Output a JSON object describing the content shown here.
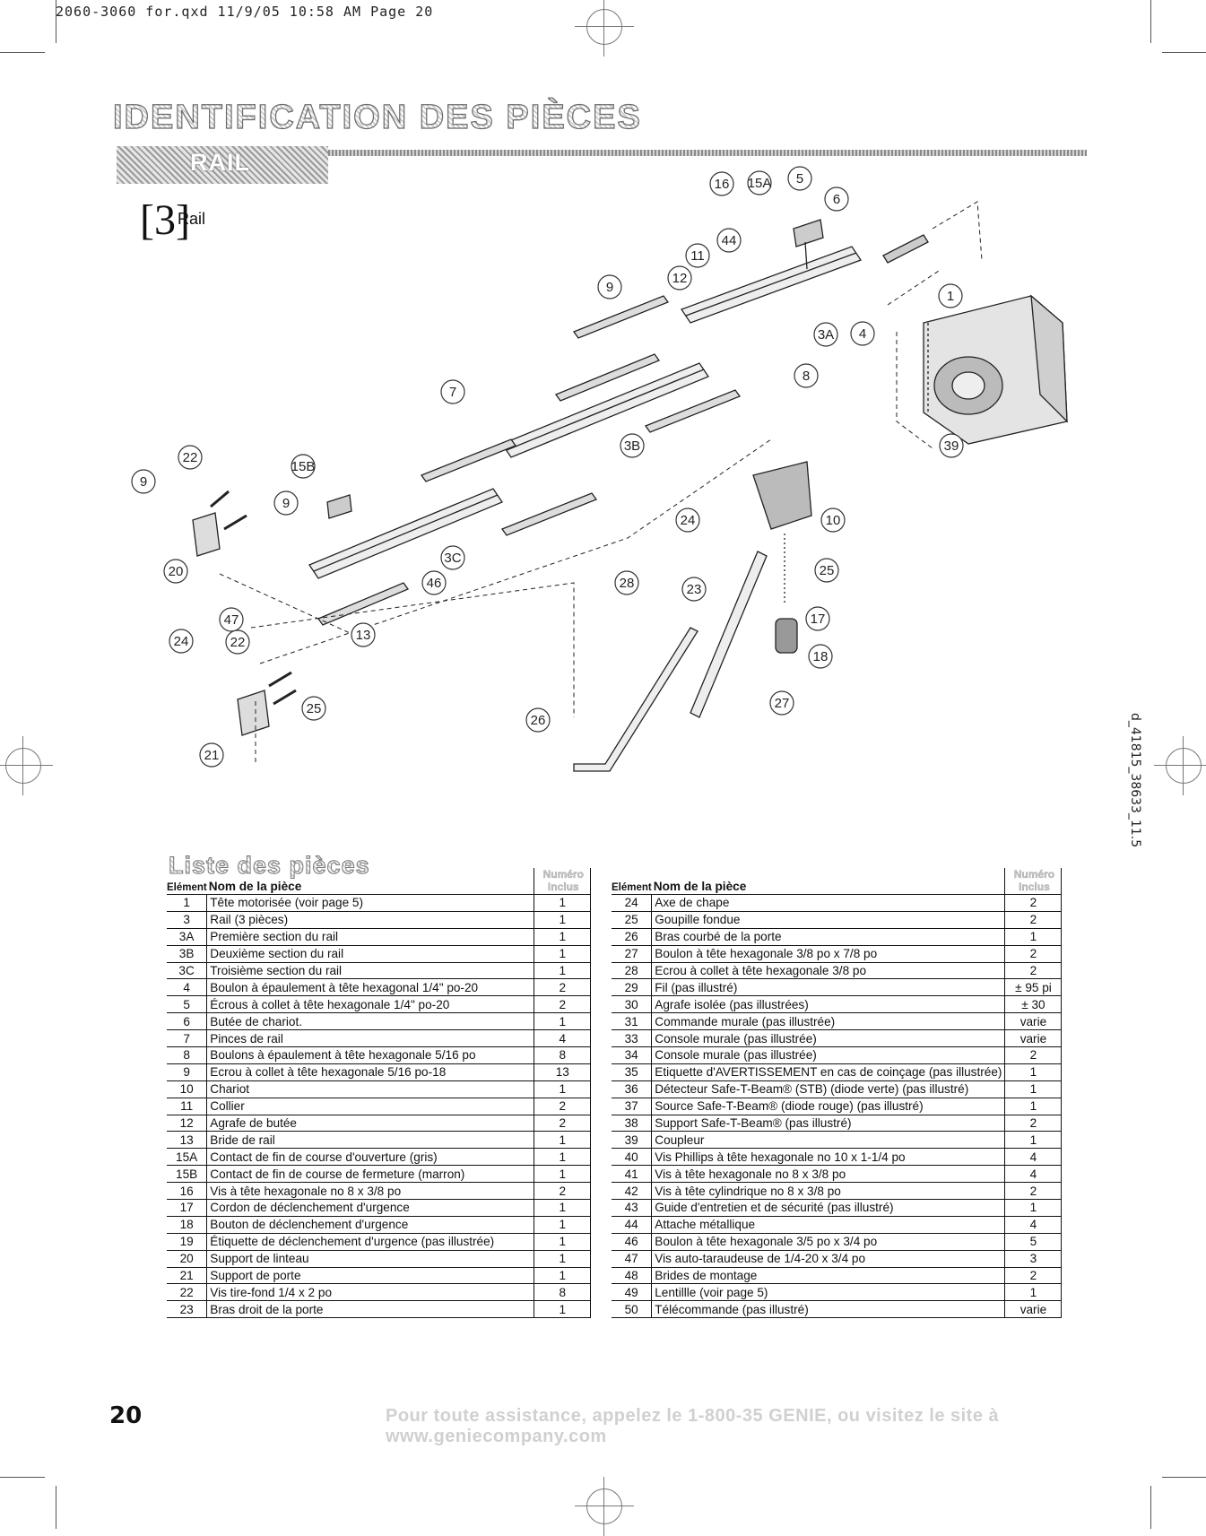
{
  "slug": "2060-3060 for.qxd   11/9/05   10:58 AM   Page 20",
  "header": {
    "title": "IDENTIFICATION DES PIÈCES",
    "section": "RAIL"
  },
  "item": {
    "number": "[3]",
    "name": "Rail"
  },
  "diagram_callouts": [
    "16",
    "15A",
    "5",
    "6",
    "44",
    "11",
    "12",
    "9",
    "1",
    "3A",
    "4",
    "8",
    "7",
    "3B",
    "22",
    "15B",
    "9",
    "9",
    "24",
    "10",
    "3C",
    "20",
    "46",
    "25",
    "28",
    "23",
    "47",
    "17",
    "24",
    "22",
    "13",
    "18",
    "25",
    "27",
    "26",
    "21",
    "39"
  ],
  "side_code": "d_41815_38633_11.5",
  "parts_list": {
    "title": "Liste des pièces",
    "col_element": "Elément",
    "col_name": "Nom de la pièce",
    "col_qty_line1": "Numéro",
    "col_qty_line2": "Inclus",
    "left": [
      {
        "el": "1",
        "name": "Tête motorisée (voir page 5)",
        "qty": "1"
      },
      {
        "el": "3",
        "name": "Rail (3 pièces)",
        "qty": "1"
      },
      {
        "el": "3A",
        "name": "Première section du rail",
        "qty": "1"
      },
      {
        "el": "3B",
        "name": "Deuxième section du rail",
        "qty": "1"
      },
      {
        "el": "3C",
        "name": "Troisième section du rail",
        "qty": "1"
      },
      {
        "el": "4",
        "name": "Boulon à épaulement à tête hexagonal 1/4\" po-20",
        "qty": "2"
      },
      {
        "el": "5",
        "name": "Écrous à collet à tête hexagonale 1/4\" po-20",
        "qty": "2"
      },
      {
        "el": "6",
        "name": "Butée de chariot.",
        "qty": "1"
      },
      {
        "el": "7",
        "name": "Pinces de rail",
        "qty": "4"
      },
      {
        "el": "8",
        "name": "Boulons à épaulement à tête hexagonale 5/16 po",
        "qty": "8"
      },
      {
        "el": "9",
        "name": "Ecrou à collet à tête hexagonale 5/16 po-18",
        "qty": "13"
      },
      {
        "el": "10",
        "name": "Chariot",
        "qty": "1"
      },
      {
        "el": "11",
        "name": "Collier",
        "qty": "2"
      },
      {
        "el": "12",
        "name": "Agrafe de butée",
        "qty": "2"
      },
      {
        "el": "13",
        "name": "Bride de rail",
        "qty": "1"
      },
      {
        "el": "15A",
        "name": "Contact de fin de course d'ouverture (gris)",
        "qty": "1"
      },
      {
        "el": "15B",
        "name": "Contact de fin de course de fermeture (marron)",
        "qty": "1"
      },
      {
        "el": "16",
        "name": "Vis à tête hexagonale no 8 x 3/8 po",
        "qty": "2"
      },
      {
        "el": "17",
        "name": "Cordon de déclenchement d'urgence",
        "qty": "1"
      },
      {
        "el": "18",
        "name": "Bouton de déclenchement d'urgence",
        "qty": "1"
      },
      {
        "el": "19",
        "name": "Étiquette de déclenchement d'urgence (pas illustrée)",
        "qty": "1"
      },
      {
        "el": "20",
        "name": "Support de linteau",
        "qty": "1"
      },
      {
        "el": "21",
        "name": "Support de porte",
        "qty": "1"
      },
      {
        "el": "22",
        "name": "Vis tire-fond 1/4 x 2 po",
        "qty": "8"
      },
      {
        "el": "23",
        "name": "Bras droit de la porte",
        "qty": "1"
      }
    ],
    "right": [
      {
        "el": "24",
        "name": "Axe de chape",
        "qty": "2"
      },
      {
        "el": "25",
        "name": "Goupille fondue",
        "qty": "2"
      },
      {
        "el": "26",
        "name": "Bras courbé de la porte",
        "qty": "1"
      },
      {
        "el": "27",
        "name": "Boulon à tête hexagonale 3/8 po x 7/8 po",
        "qty": "2"
      },
      {
        "el": "28",
        "name": "Ecrou à collet à tête hexagonale 3/8 po",
        "qty": "2"
      },
      {
        "el": "29",
        "name": "Fil (pas illustré)",
        "qty": "± 95 pi"
      },
      {
        "el": "30",
        "name": "Agrafe isolée (pas illustrées)",
        "qty": "± 30"
      },
      {
        "el": "31",
        "name": "Commande murale (pas illustrée)",
        "qty": "varie"
      },
      {
        "el": "33",
        "name": "Console murale (pas illustrée)",
        "qty": "varie"
      },
      {
        "el": "34",
        "name": "Console murale (pas illustrée)",
        "qty": "2"
      },
      {
        "el": "35",
        "name": "Etiquette d'AVERTISSEMENT en cas de coinçage (pas illustrée)",
        "qty": "1"
      },
      {
        "el": "36",
        "name": "Détecteur Safe-T-Beam® (STB) (diode verte) (pas illustré)",
        "qty": "1"
      },
      {
        "el": "37",
        "name": "Source Safe-T-Beam® (diode rouge) (pas illustré)",
        "qty": "1"
      },
      {
        "el": "38",
        "name": "Support Safe-T-Beam® (pas illustré)",
        "qty": "2"
      },
      {
        "el": "39",
        "name": "Coupleur",
        "qty": "1"
      },
      {
        "el": "40",
        "name": "Vis Phillips à tête hexagonale no 10 x 1-1/4 po",
        "qty": "4"
      },
      {
        "el": "41",
        "name": "Vis à tête hexagonale no 8 x 3/8 po",
        "qty": "4"
      },
      {
        "el": "42",
        "name": "Vis à tête cylindrique no 8 x 3/8 po",
        "qty": "2"
      },
      {
        "el": "43",
        "name": "Guide d'entretien et de sécurité (pas illustré)",
        "qty": "1"
      },
      {
        "el": "44",
        "name": "Attache métallique",
        "qty": "4"
      },
      {
        "el": "46",
        "name": "Boulon à tête hexagonale 3/5 po x 3/4 po",
        "qty": "5"
      },
      {
        "el": "47",
        "name": "Vis auto-taraudeuse de 1/4-20 x 3/4 po",
        "qty": "3"
      },
      {
        "el": "48",
        "name": "Brides de montage",
        "qty": "2"
      },
      {
        "el": "49",
        "name": "Lentillle (voir page 5)",
        "qty": "1"
      },
      {
        "el": "50",
        "name": "Télécommande (pas illustré)",
        "qty": "varie"
      }
    ]
  },
  "footer": {
    "page_number": "20",
    "text": "Pour toute assistance, appelez le 1-800-35 GENIE, ou visitez le site à www.geniecompany.com"
  }
}
